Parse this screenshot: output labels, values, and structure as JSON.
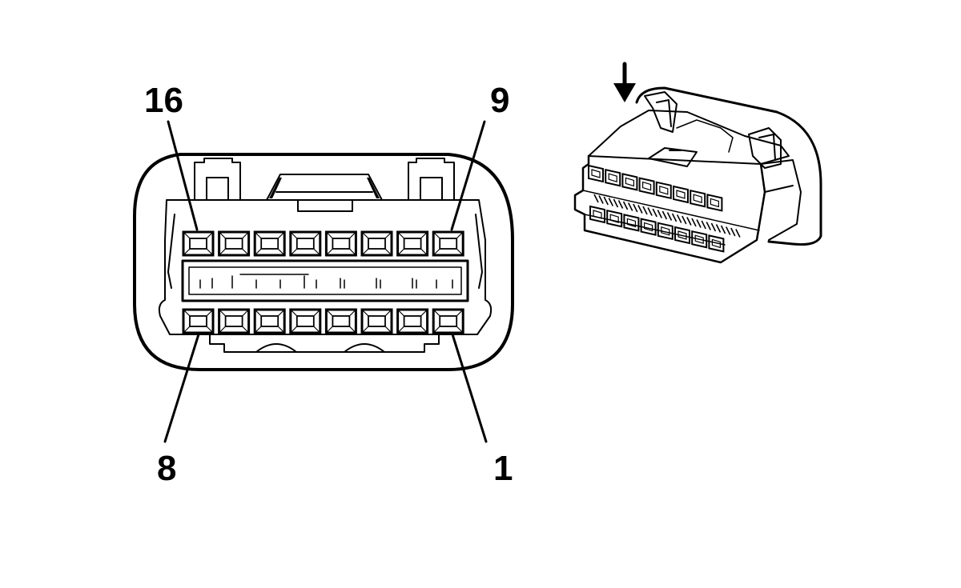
{
  "diagram": {
    "front_view": {
      "pin_labels": {
        "top_left": "16",
        "top_right": "9",
        "bottom_left": "8",
        "bottom_right": "1"
      },
      "top_row_pins": 8,
      "bottom_row_pins": 8
    },
    "perspective_view": {
      "indicator": "down-arrow-icon",
      "top_row_pins": 8,
      "bottom_row_pins": 8
    },
    "colors": {
      "line": "#000000",
      "background": "#ffffff"
    }
  }
}
